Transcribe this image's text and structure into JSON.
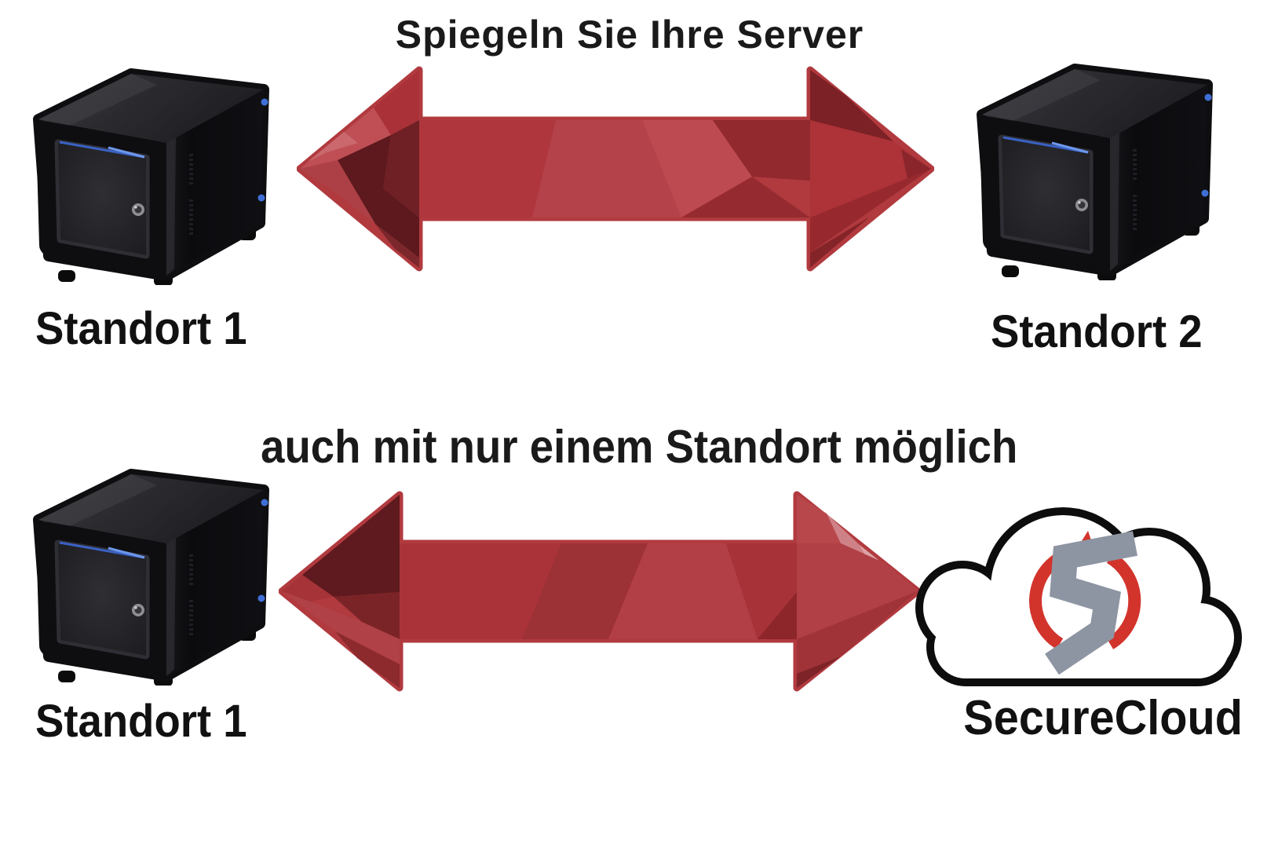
{
  "sections": [
    {
      "title": "Spiegeln Sie Ihre Server",
      "left_label": "Standort 1",
      "right_label": "Standort 2"
    },
    {
      "title": "auch mit nur einem Standort möglich",
      "left_label": "Standort 1",
      "right_label": "SecureCloud"
    }
  ],
  "icons": {
    "server": "nas-server-icon",
    "arrow": "double-arrow-icon",
    "cloud": "cloud-icon",
    "logo": "secure-cloud-s-logo-icon"
  },
  "colors": {
    "background": "#ffffff",
    "text": "#1a1a1a",
    "arrow_base": "#b13a3f",
    "arrow_dark": "#5d191d",
    "arrow_light": "#d07b7f",
    "cloud_outline": "#0d0d0d",
    "logo_red": "#d2342c",
    "logo_gray": "#8d95a3",
    "server_black": "#0e0e11",
    "led_blue": "#3f6fd6"
  }
}
